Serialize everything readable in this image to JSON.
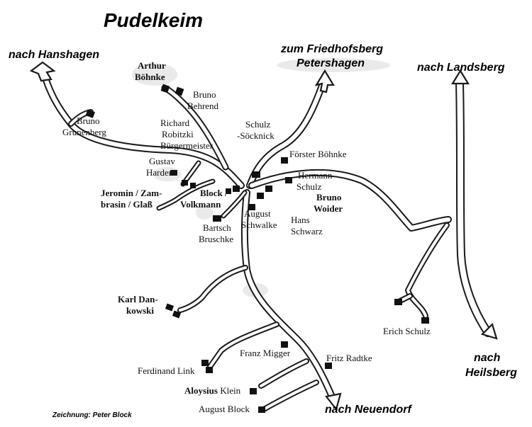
{
  "map": {
    "title": "Pudelkeim",
    "credit": "Zeichnung: Peter Block",
    "directions": {
      "hanshagen": "nach Hanshagen",
      "friedhof_1": "zum Friedhofsberg",
      "friedhof_2": "Petershagen",
      "landsberg": "nach Landsberg",
      "heilsberg_1": "nach",
      "heilsberg_2": "Heilsberg",
      "neuendorf": "nach Neuendorf"
    },
    "residents": {
      "arthur_1": "Arthur",
      "arthur_2": "Böhnke",
      "bruno_behrend_1": "Bruno",
      "bruno_behrend_2": "Behrend",
      "bruno_grunenberg_1": "Bruno",
      "bruno_grunenberg_2": "Grunenberg",
      "richard_1": "Richard",
      "richard_2": "Robitzki",
      "richard_3": "Bürgermeister",
      "schulz_1": "Schulz",
      "schulz_2": "-Söcknick",
      "foerster": "Förster Böhnke",
      "gustav_1": "Gustav",
      "gustav_2": "Harder",
      "hermann_1": "Hermann",
      "hermann_2": "Schulz",
      "jeromin_1": "Jeromin / Zam-",
      "jeromin_2": "brasin / Glaß",
      "block_1": "Block /",
      "block_2": "Volkmann",
      "bruno_woider_1": "Bruno",
      "bruno_woider_2": "Woider",
      "august_schwalke_1": "August",
      "august_schwalke_2": "Schwalke",
      "hans_1": "Hans",
      "hans_2": "Schwarz",
      "bartsch_1": "Bartsch",
      "bartsch_2": "Bruschke",
      "karl_1": "Karl Dan-",
      "karl_2": "kowski",
      "erich": "Erich Schulz",
      "franz": "Franz Migger",
      "fritz": "Fritz Radtke",
      "ferdinand": "Ferdinand Link",
      "aloysius_b": "Aloysius",
      "aloysius_r": " Klein",
      "august_block": "August Block"
    }
  }
}
